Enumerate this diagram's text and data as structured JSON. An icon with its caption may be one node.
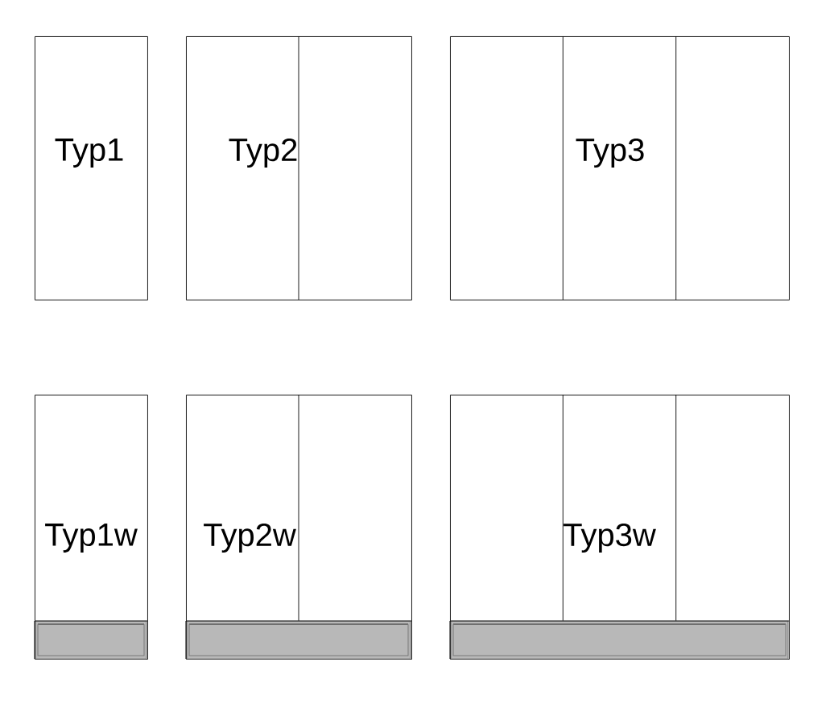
{
  "diagram": {
    "nodes": [
      {
        "text": [
          "Typ1"
        ]
      },
      {
        "text": [
          "Typ2"
        ]
      },
      {
        "text": [
          "Typ3"
        ]
      },
      {
        "text": [
          "Typ1w"
        ]
      },
      {
        "text": [
          "Typ2w"
        ]
      },
      {
        "text": [
          "Typ3w"
        ]
      }
    ]
  }
}
